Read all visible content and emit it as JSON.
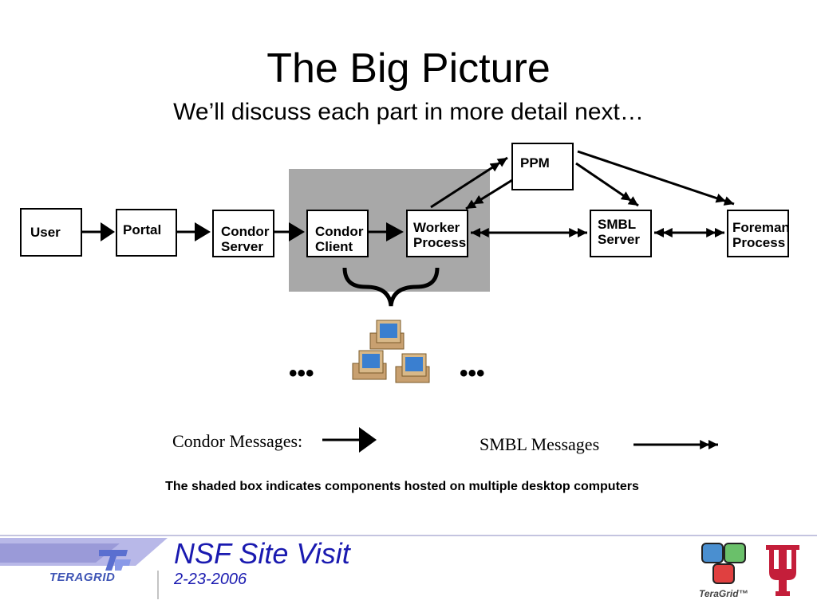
{
  "title": "The Big Picture",
  "subtitle": "We’ll discuss each part in more detail next…",
  "nodes": {
    "user": [
      "User"
    ],
    "portal": [
      "Portal"
    ],
    "condor_server": [
      "Condor",
      "Server"
    ],
    "condor_client": [
      "Condor",
      "Client"
    ],
    "worker_process": [
      "Worker",
      "Process"
    ],
    "ppm": [
      "PPM"
    ],
    "smbl_server": [
      "SMBL",
      "Server"
    ],
    "foreman_process": [
      "Foreman",
      "Process"
    ]
  },
  "ellipsis_left": "•••",
  "ellipsis_right": "•••",
  "legend": {
    "condor": "Condor Messages:",
    "smbl": "SMBL Messages"
  },
  "caption": "The shaded box indicates components hosted on multiple desktop computers",
  "footer": {
    "title": "NSF Site Visit",
    "date": "2-23-2006",
    "logo_text": "TERAGRID",
    "logo_small_text": "TeraGrid™"
  },
  "colors": {
    "shaded_box": "#a8a8a8",
    "footer_text": "#1a1ab0",
    "iu_crimson": "#c41e3a"
  }
}
